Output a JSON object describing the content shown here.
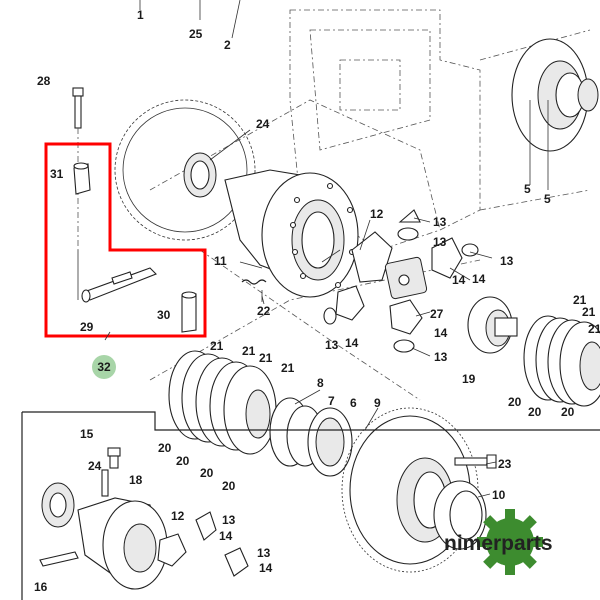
{
  "diagram": {
    "part_labels": {
      "l1": "1",
      "l25": "25",
      "l2": "2",
      "l28": "28",
      "l24": "24",
      "l31": "31",
      "l11": "11",
      "l12": "12",
      "l13a": "13",
      "l13b": "13",
      "l14a": "14",
      "l13c": "13",
      "l14b": "14",
      "l27": "27",
      "l22": "22",
      "l30": "30",
      "l29": "29",
      "l13d": "13",
      "l14c": "14",
      "l14d": "14",
      "l13e": "13",
      "l19": "19",
      "l5a": "5",
      "l5b": "5",
      "l21a": "21",
      "l21b": "21",
      "l21c": "21",
      "l20a": "20",
      "l20b": "20",
      "l20c": "20",
      "l21d": "21",
      "l21e": "21",
      "l21f": "21",
      "l21g": "21",
      "l8": "8",
      "l7": "7",
      "l6": "6",
      "l9": "9",
      "l20d": "20",
      "l20e": "20",
      "l20f": "20",
      "l20g": "20",
      "l23": "23",
      "l10": "10",
      "l15": "15",
      "l18": "18",
      "l24b": "24",
      "l12b": "12",
      "l13f": "13",
      "l14e": "14",
      "l13g": "13",
      "l14f": "14",
      "l16": "16"
    },
    "callout": {
      "number": "32",
      "color": "#a8d5a8"
    },
    "highlight_color": "#ff0000"
  },
  "brand": {
    "name": "nimerparts",
    "gear_color": "#3d8c2f",
    "icon": "gear-icon"
  }
}
